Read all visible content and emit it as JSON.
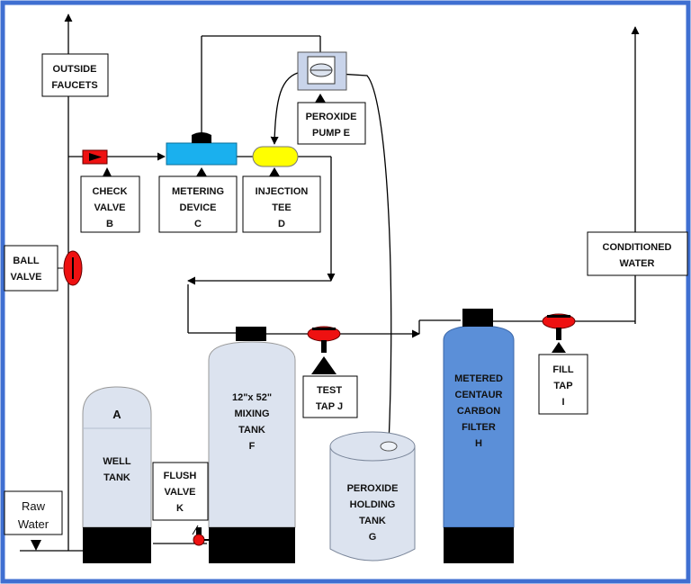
{
  "labels": {
    "outside_faucets": [
      "OUTSIDE",
      "FAUCETS"
    ],
    "check_valve": [
      "CHECK",
      "VALVE",
      "B"
    ],
    "metering_device": [
      "METERING",
      "DEVICE",
      "C"
    ],
    "injection_tee": [
      "INJECTION",
      "TEE",
      "D"
    ],
    "peroxide_pump": [
      "PEROXIDE",
      "PUMP E"
    ],
    "ball_valve": [
      "BALL",
      "VALVE"
    ],
    "conditioned_water": [
      "CONDITIONED",
      "WATER"
    ],
    "raw_water": [
      "Raw",
      "Water"
    ],
    "well_tank": [
      "A",
      "WELL",
      "TANK"
    ],
    "flush_valve": [
      "FLUSH",
      "VALVE",
      "K"
    ],
    "mixing_tank": [
      "12\"x 52\"",
      "MIXING",
      "TANK",
      "F"
    ],
    "test_tap": [
      "TEST",
      "TAP J"
    ],
    "holding_tank": [
      "PEROXIDE",
      "HOLDING",
      "TANK",
      "G"
    ],
    "carbon_filter": [
      "METERED",
      "CENTAUR",
      "CARBON",
      "FILTER",
      "H"
    ],
    "fill_tap": [
      "FILL",
      "TAP",
      "I"
    ]
  },
  "colors": {
    "frame_border": "#3f6fd1",
    "tank_light": "#dce3ef",
    "tank_base": "#000000",
    "carbon_filter": "#5b8fd8",
    "metering_device": "#1ab0ee",
    "injection_tee": "#ffff00",
    "check_valve": "#ee1111",
    "valve_red": "#ee1111",
    "pump_box": "#c9d4ea"
  }
}
